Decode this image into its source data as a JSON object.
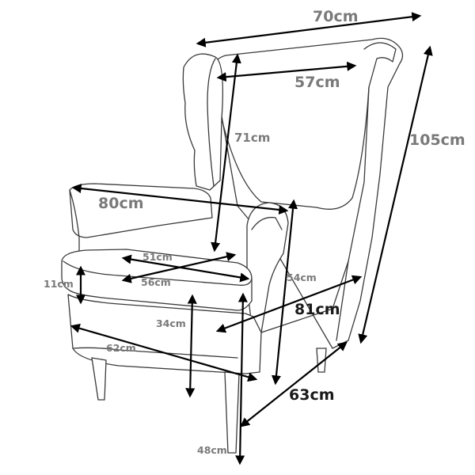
{
  "dimensions": {
    "total_width": "70cm",
    "back_width": "57cm",
    "total_height": "105cm",
    "backrest_height": "71cm",
    "armrest_width": "80cm",
    "seat_depth_a": "51cm",
    "seat_depth_b": "56cm",
    "cushion_height": "11cm",
    "armrest_height": "54cm",
    "total_depth": "81cm",
    "front_height": "34cm",
    "seat_width": "62cm",
    "base_depth": "63cm",
    "seat_height": "48cm"
  }
}
